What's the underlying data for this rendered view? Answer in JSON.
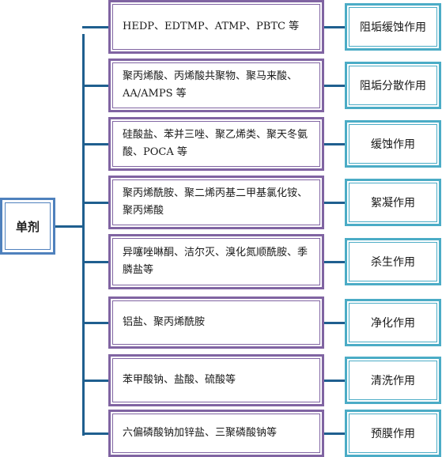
{
  "root": {
    "label": "单剂"
  },
  "rows": [
    {
      "agents": "HEDP、EDTMP、ATMP、PBTC 等",
      "function": "阻垢缓蚀作用"
    },
    {
      "agents": "聚丙烯酸、丙烯酸共聚物、聚马来酸、AA/AMPS 等",
      "function": "阻垢分散作用"
    },
    {
      "agents": "硅酸盐、苯并三唑、聚乙烯类、聚天冬氨酸、POCA 等",
      "function": "缓蚀作用"
    },
    {
      "agents": "聚丙烯酰胺、聚二烯丙基二甲基氯化铵、聚丙烯酸",
      "function": "絮凝作用"
    },
    {
      "agents": "异噻唑啉酮、洁尔灭、溴化氮顺酰胺、季膦盐等",
      "function": "杀生作用"
    },
    {
      "agents": "铝盐、聚丙烯酰胺",
      "function": "净化作用"
    },
    {
      "agents": "苯甲酸钠、盐酸、硫酸等",
      "function": "清洗作用"
    },
    {
      "agents": "六偏磷酸钠加锌盐、三聚磷酸钠等",
      "function": "预膜作用"
    }
  ],
  "colors": {
    "item_border": "#8064a2",
    "function_border": "#4bacc6",
    "root_border": "#4f81bd",
    "connector": "#1f5f8f"
  }
}
